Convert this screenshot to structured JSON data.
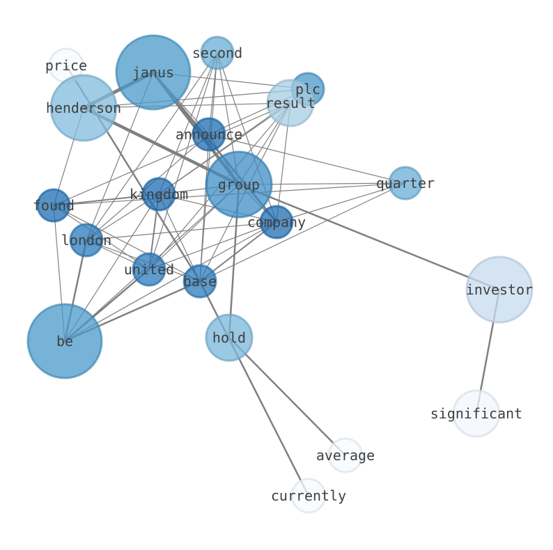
{
  "graph": {
    "nodes": [
      {
        "id": "price",
        "label": "price",
        "color": "#f7fbff"
      },
      {
        "id": "second",
        "label": "second",
        "color": "#6aaed6"
      },
      {
        "id": "janus",
        "label": "janus",
        "color": "#4a98c9"
      },
      {
        "id": "plc",
        "label": "plc",
        "color": "#4a98c9"
      },
      {
        "id": "result",
        "label": "result",
        "color": "#a6cde2"
      },
      {
        "id": "henderson",
        "label": "henderson",
        "color": "#81bbdc"
      },
      {
        "id": "announce",
        "label": "announce",
        "color": "#1f6eb3"
      },
      {
        "id": "group",
        "label": "group",
        "color": "#3d8dc4"
      },
      {
        "id": "quarter",
        "label": "quarter",
        "color": "#6aaed6"
      },
      {
        "id": "kingdom",
        "label": "kingdom",
        "color": "#1f6eb3"
      },
      {
        "id": "found",
        "label": "found",
        "color": "#1f6eb3"
      },
      {
        "id": "company",
        "label": "company",
        "color": "#1f6eb3"
      },
      {
        "id": "london",
        "label": "london",
        "color": "#2a7abb"
      },
      {
        "id": "united",
        "label": "united",
        "color": "#2a7abb"
      },
      {
        "id": "base",
        "label": "base",
        "color": "#2a7abb"
      },
      {
        "id": "investor",
        "label": "investor",
        "color": "#c6dbef"
      },
      {
        "id": "be",
        "label": "be",
        "color": "#4a98c9"
      },
      {
        "id": "hold",
        "label": "hold",
        "color": "#7ab6d9"
      },
      {
        "id": "significant",
        "label": "significant",
        "color": "#f2f7fd"
      },
      {
        "id": "average",
        "label": "average",
        "color": "#f7fbff"
      },
      {
        "id": "currently",
        "label": "currently",
        "color": "#f7fbff"
      }
    ],
    "edges": [
      [
        "janus",
        "henderson",
        5
      ],
      [
        "henderson",
        "group",
        4.5
      ],
      [
        "janus",
        "group",
        4.5
      ],
      [
        "janus",
        "company",
        3
      ],
      [
        "janus",
        "plc",
        1.2
      ],
      [
        "janus",
        "announce",
        1.2
      ],
      [
        "price",
        "base",
        2.5
      ],
      [
        "group",
        "hold",
        2.5
      ],
      [
        "group",
        "investor",
        2.5
      ],
      [
        "investor",
        "significant",
        2.5
      ],
      [
        "hold",
        "average",
        2.5
      ],
      [
        "base",
        "currently",
        2.5
      ],
      [
        "be",
        "london",
        2.5
      ],
      [
        "be",
        "united",
        2.5
      ],
      [
        "be",
        "base",
        2.5
      ],
      [
        "be",
        "kingdom",
        1.2
      ],
      [
        "be",
        "company",
        1.2
      ],
      [
        "be",
        "group",
        1.2
      ],
      [
        "be",
        "found",
        1.2
      ],
      [
        "found",
        "kingdom",
        2
      ],
      [
        "found",
        "united",
        1.2
      ],
      [
        "found",
        "base",
        1.2
      ],
      [
        "found",
        "result",
        1.2
      ],
      [
        "found",
        "quarter",
        1.2
      ],
      [
        "found",
        "henderson",
        1.2
      ],
      [
        "kingdom",
        "united",
        2
      ],
      [
        "kingdom",
        "base",
        1.2
      ],
      [
        "kingdom",
        "second",
        1.2
      ],
      [
        "kingdom",
        "result",
        1.2
      ],
      [
        "kingdom",
        "group",
        1.2
      ],
      [
        "kingdom",
        "company",
        1.2
      ],
      [
        "kingdom",
        "london",
        1.2
      ],
      [
        "kingdom",
        "plc",
        1.2
      ],
      [
        "london",
        "base",
        1.2
      ],
      [
        "london",
        "united",
        1.2
      ],
      [
        "london",
        "company",
        1.2
      ],
      [
        "london",
        "announce",
        1.2
      ],
      [
        "london",
        "janus",
        1.2
      ],
      [
        "london",
        "second",
        1.2
      ],
      [
        "united",
        "company",
        1.2
      ],
      [
        "united",
        "second",
        1.2
      ],
      [
        "united",
        "result",
        1.2
      ],
      [
        "united",
        "group",
        1.2
      ],
      [
        "base",
        "company",
        2
      ],
      [
        "base",
        "quarter",
        1.2
      ],
      [
        "base",
        "announce",
        1.2
      ],
      [
        "base",
        "result",
        1.2
      ],
      [
        "base",
        "second",
        1.2
      ],
      [
        "announce",
        "quarter",
        1.2
      ],
      [
        "announce",
        "plc",
        1.2
      ],
      [
        "announce",
        "second",
        1.2
      ],
      [
        "announce",
        "group",
        1.2
      ],
      [
        "second",
        "group",
        1.2
      ],
      [
        "second",
        "company",
        1.2
      ],
      [
        "result",
        "group",
        1.2
      ],
      [
        "result",
        "company",
        1.2
      ],
      [
        "henderson",
        "plc",
        1.2
      ],
      [
        "henderson",
        "result",
        1.2
      ],
      [
        "group",
        "quarter",
        1.2
      ],
      [
        "group",
        "company",
        1.2
      ],
      [
        "company",
        "quarter",
        1.2
      ]
    ]
  }
}
